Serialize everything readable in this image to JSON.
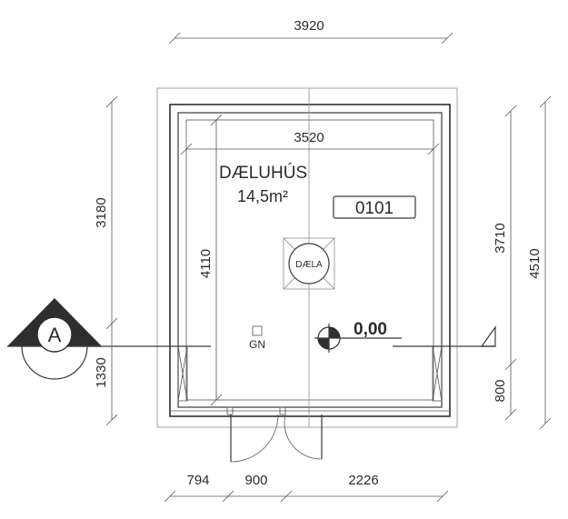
{
  "room": {
    "name": "DÆLUHÚS",
    "area": "14,5m²",
    "number": "0101"
  },
  "dimensions": {
    "top_outer": "3920",
    "top_inner": "3520",
    "left_upper": "3180",
    "left_lower": "1330",
    "inner_vertical": "4110",
    "right_inner": "3710",
    "right_outer": "4510",
    "right_lower": "800",
    "bottom_left": "794",
    "bottom_mid": "900",
    "bottom_right": "2226"
  },
  "section_marker": {
    "label": "A"
  },
  "level_marker": {
    "value": "0,00"
  },
  "drain": {
    "label": "GN"
  },
  "logo": {
    "text": "DÆLA"
  }
}
